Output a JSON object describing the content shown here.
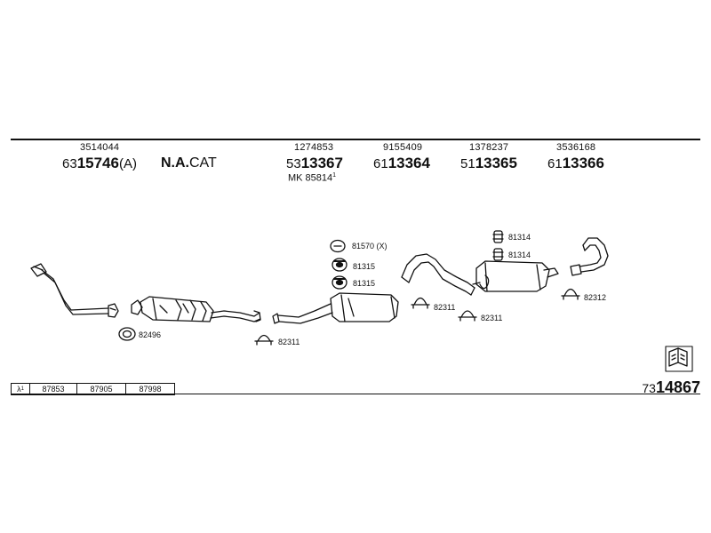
{
  "header": {
    "parts": [
      {
        "top": "3514044",
        "prefix": "63",
        "main": "15746",
        "suffix": "(A)"
      },
      {
        "top": "1274853",
        "prefix": "53",
        "main": "13367",
        "suffix": ""
      },
      {
        "top": "9155409",
        "prefix": "61",
        "main": "13364",
        "suffix": ""
      },
      {
        "top": "1378237",
        "prefix": "51",
        "main": "13365",
        "suffix": ""
      },
      {
        "top": "3536168",
        "prefix": "61",
        "main": "13366",
        "suffix": ""
      }
    ],
    "na_cat_bold": "N.A.",
    "na_cat_rest": "CAT",
    "mk_label": "MK 85814",
    "mk_sup": "1"
  },
  "labels": {
    "l82496": "82496",
    "l82311a": "82311",
    "l81570": "81570 (X)",
    "l81315a": "81315",
    "l81315b": "81315",
    "l82311b": "82311",
    "l82311c": "82311",
    "l81314a": "81314",
    "l81314b": "81314",
    "l82312": "82312"
  },
  "lambda": {
    "symbol": "λ",
    "sup": "1",
    "cells": [
      "87853",
      "87905",
      "87998"
    ]
  },
  "reference": {
    "prefix": "73",
    "main": "14867"
  }
}
